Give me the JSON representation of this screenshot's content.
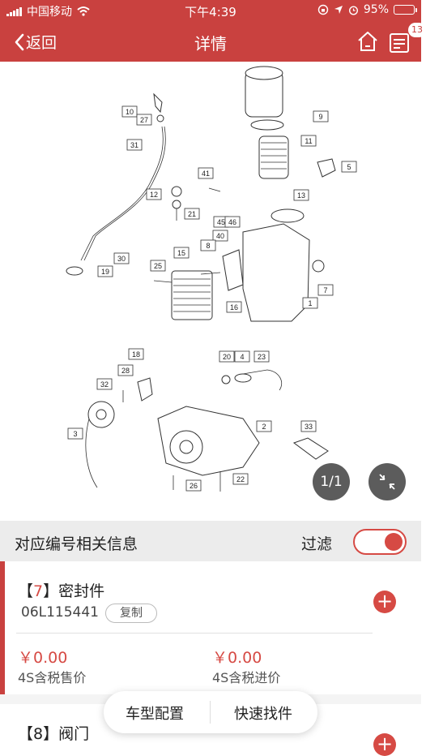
{
  "status_bar": {
    "carrier": "中国移动",
    "time": "下午4:39",
    "battery": "95%",
    "battery_level": 0.95
  },
  "nav": {
    "back_label": "返回",
    "title": "详情",
    "cart_count": "13"
  },
  "diagram": {
    "callouts": [
      "10",
      "27",
      "31",
      "9",
      "11",
      "5",
      "41",
      "12",
      "21",
      "13",
      "45",
      "46",
      "40",
      "30",
      "19",
      "25",
      "15",
      "8",
      "16",
      "1",
      "7",
      "18",
      "20",
      "4",
      "23",
      "32",
      "28",
      "3",
      "2",
      "33",
      "26",
      "22"
    ],
    "page_indicator": "1/1"
  },
  "filter_bar": {
    "title": "对应编号相关信息",
    "filter_label": "过滤",
    "filter_on": true
  },
  "parts": [
    {
      "number": "7",
      "name": "密封件",
      "code": "06L115441",
      "copy_label": "复制",
      "sale_price": "￥0.00",
      "sale_label": "4S含税售价",
      "buy_price": "￥0.00",
      "buy_label": "4S含税进价"
    },
    {
      "number": "8",
      "name": "阀门"
    }
  ],
  "bottom_tabs": {
    "left": "车型配置",
    "right": "快速找件"
  },
  "colors": {
    "brand_red": "#c9413f",
    "accent_red": "#d64a44"
  }
}
